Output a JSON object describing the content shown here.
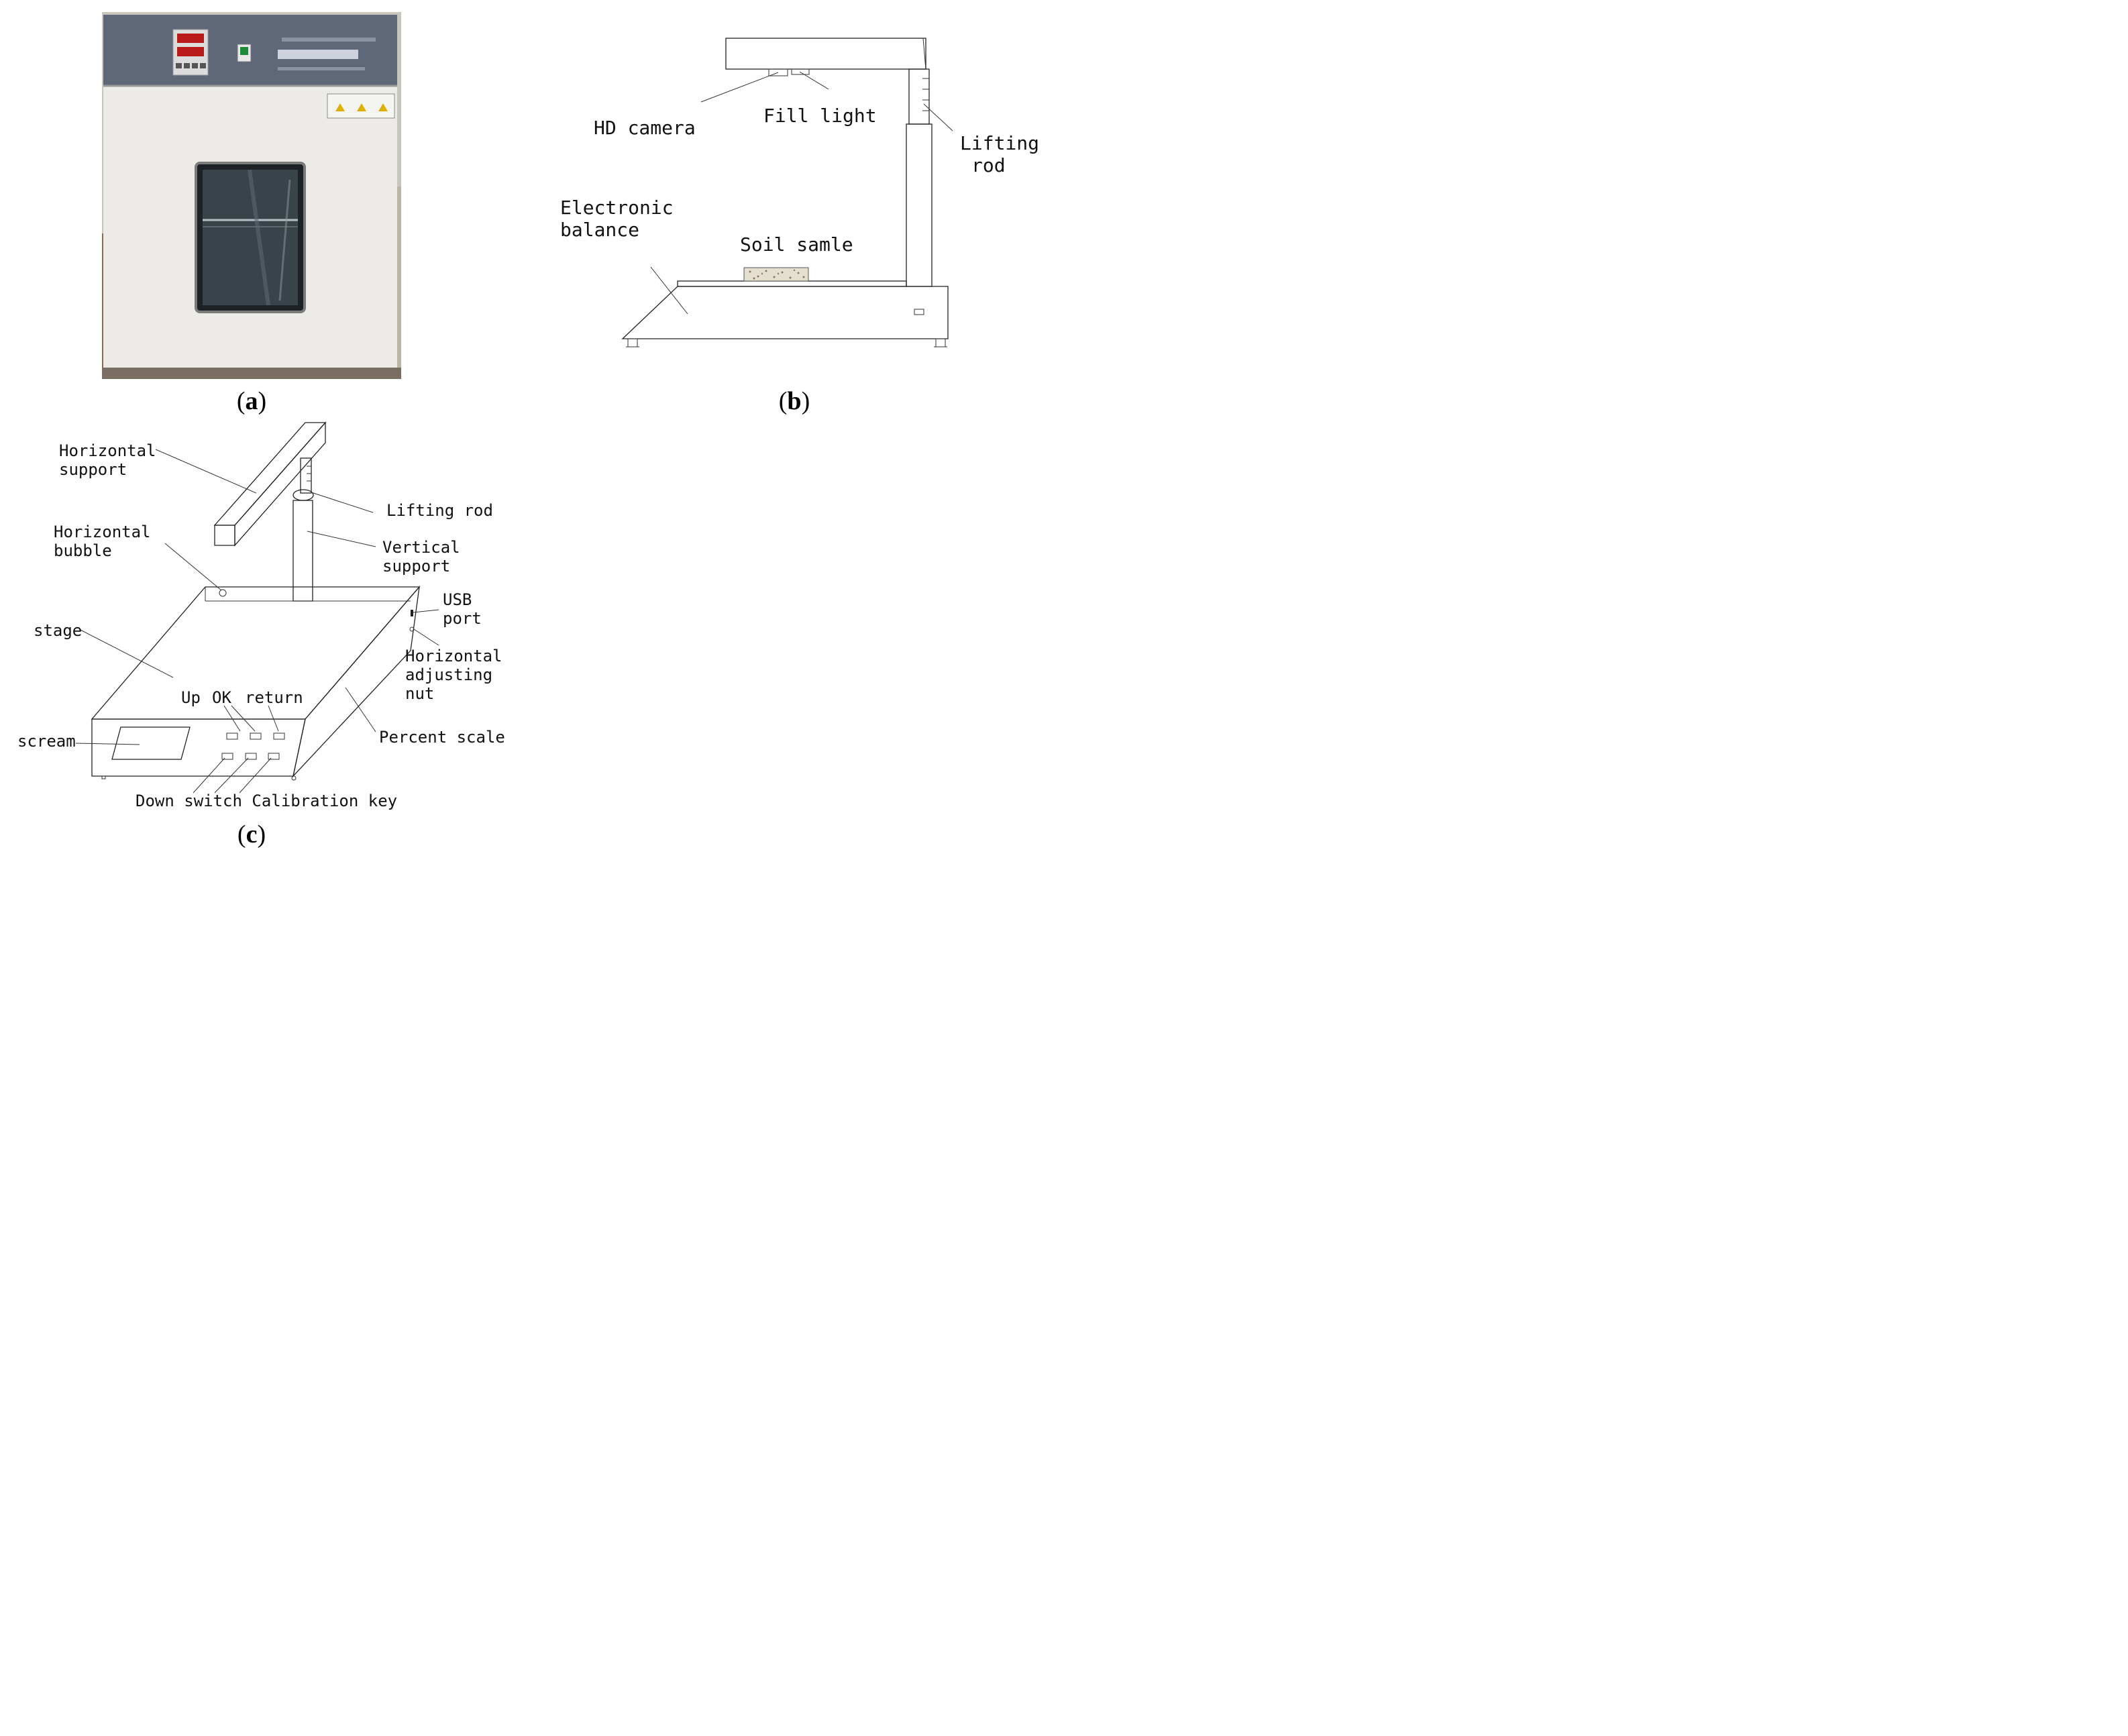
{
  "panel_a": {
    "caption_letter": "a"
  },
  "panel_b": {
    "caption_letter": "b",
    "labels": {
      "hd_camera": "HD camera",
      "fill_light": "Fill light",
      "lifting_rod_1": "Lifting",
      "lifting_rod_2": "rod",
      "electronic_balance_1": "Electronic",
      "electronic_balance_2": "balance",
      "soil_sample": "Soil samle"
    }
  },
  "panel_c": {
    "caption_letter": "c",
    "labels": {
      "horizontal_support_1": "Horizontal",
      "horizontal_support_2": "support",
      "lifting_rod": "Lifting rod",
      "horizontal_bubble_1": "Horizontal",
      "horizontal_bubble_2": "bubble",
      "vertical_support_1": "Vertical",
      "vertical_support_2": "support",
      "usb_port_1": "USB",
      "usb_port_2": "port",
      "stage": "stage",
      "horizontal_adjusting_nut_1": "Horizontal",
      "horizontal_adjusting_nut_2": "adjusting",
      "horizontal_adjusting_nut_3": "nut",
      "up": "Up",
      "ok": "OK",
      "return": "return",
      "percent_scale": "Percent scale",
      "scream": "scream",
      "bottom_keys": "Down switch Calibration key"
    }
  }
}
